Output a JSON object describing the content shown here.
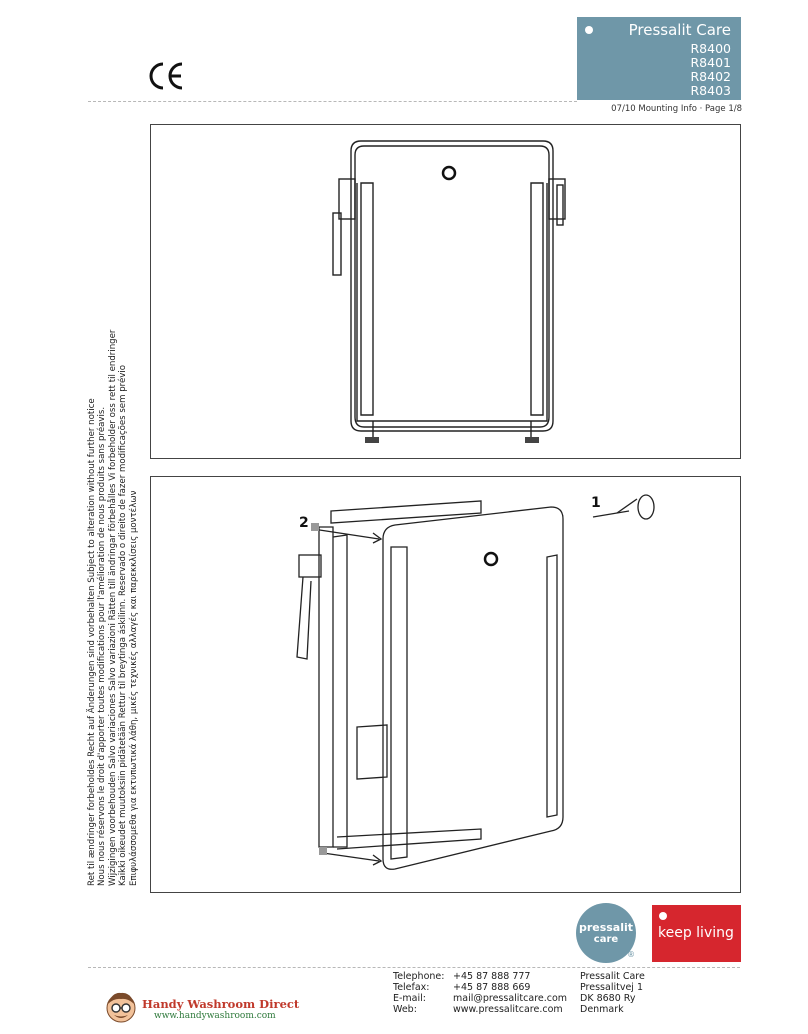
{
  "ce_mark": "CE",
  "header": {
    "brand": "Pressalit Care",
    "models": [
      "R8400",
      "R8401",
      "R8402",
      "R8403"
    ],
    "page_info": "07/10 Mounting Info · Page 1/8"
  },
  "figure2": {
    "step1": "1",
    "step2": "2"
  },
  "disclaimer_lines": [
    "Ret til ændringer forbeholdes  Recht auf Änderungen sind vorbehalten  Subject to alteration without further notice",
    "Nous nous réservons le droit d'apporter toutes modifications pour l'amélioration de nous produits sans préavis.",
    "Wijzigingen voorbehouden  Salvo variaciones  Salvo variazioni  Rätten till ändringar förbehålles  Vi forbeholder oss rett til endringer",
    "Kaikki oikeudet muutoksiin pidätetään  Rettur til breytinga áskilinn. Reservado o direito de fazer modificações sem prévio",
    "Επιφυλάσσομεθα για εκτυπωτικά λάθη, μικές τεχνικές αλλαγές και παρεκκλίσεις μοντέλων"
  ],
  "logo": {
    "line1": "pressalit",
    "line2": "care",
    "registered": "®"
  },
  "slogan": "keep living",
  "contact": {
    "labels": [
      "Telephone:",
      "Telefax:",
      "E-mail:",
      "Web:"
    ],
    "values": [
      "+45 87 888 777",
      "+45 87 888 669",
      "mail@pressalitcare.com",
      "www.pressalitcare.com"
    ],
    "address": [
      "Pressalit Care",
      "Pressalitvej 1",
      "DK 8680 Ry",
      "Denmark"
    ]
  },
  "dealer": {
    "name": "Handy Washroom Direct",
    "url": "www.handywashroom.com"
  }
}
